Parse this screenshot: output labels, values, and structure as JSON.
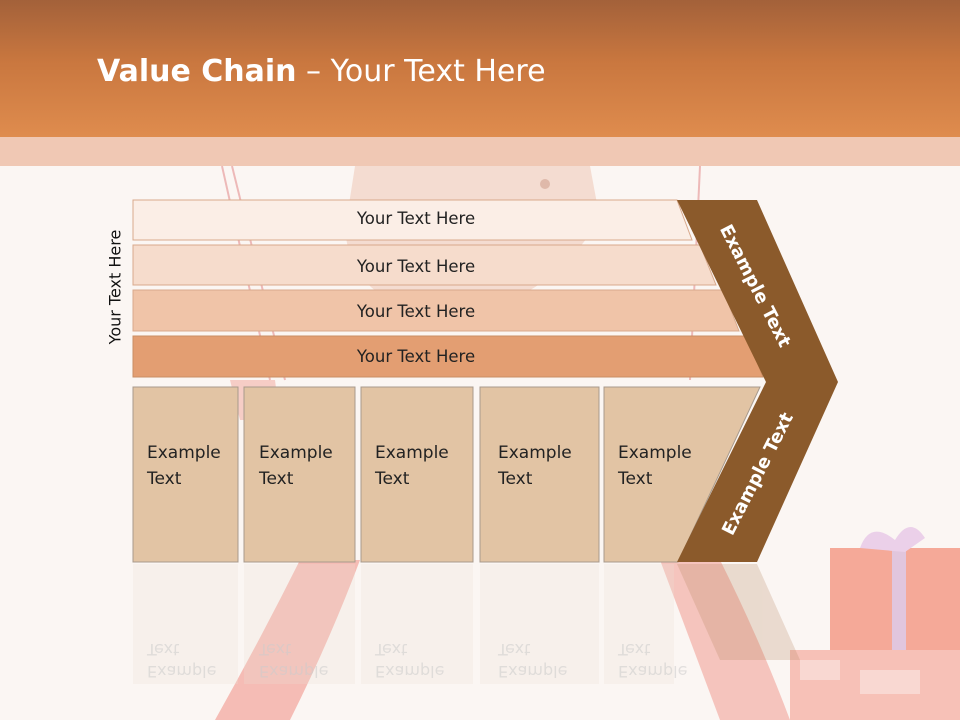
{
  "title": {
    "bold": "Value Chain",
    "rest": " – Your Text Here"
  },
  "side_label": "Your Text Here",
  "bars": [
    {
      "label": "Your Text Here"
    },
    {
      "label": "Your Text Here"
    },
    {
      "label": "Your Text Here"
    },
    {
      "label": "Your Text Here"
    }
  ],
  "boxes": [
    {
      "line1": "Example",
      "line2": "Text"
    },
    {
      "line1": "Example",
      "line2": "Text"
    },
    {
      "line1": "Example",
      "line2": "Text"
    },
    {
      "line1": "Example",
      "line2": "Text"
    },
    {
      "line1": "Example",
      "line2": "Text"
    }
  ],
  "chevron": {
    "upper": "Example Text",
    "lower": "Example Text"
  },
  "colors": {
    "bar1": "#fbeee6",
    "bar2": "#f6dccc",
    "bar3": "#f0c4a8",
    "bar4": "#e39e72",
    "box": "#e2c4a4",
    "chevron": "#8b5a2b"
  }
}
